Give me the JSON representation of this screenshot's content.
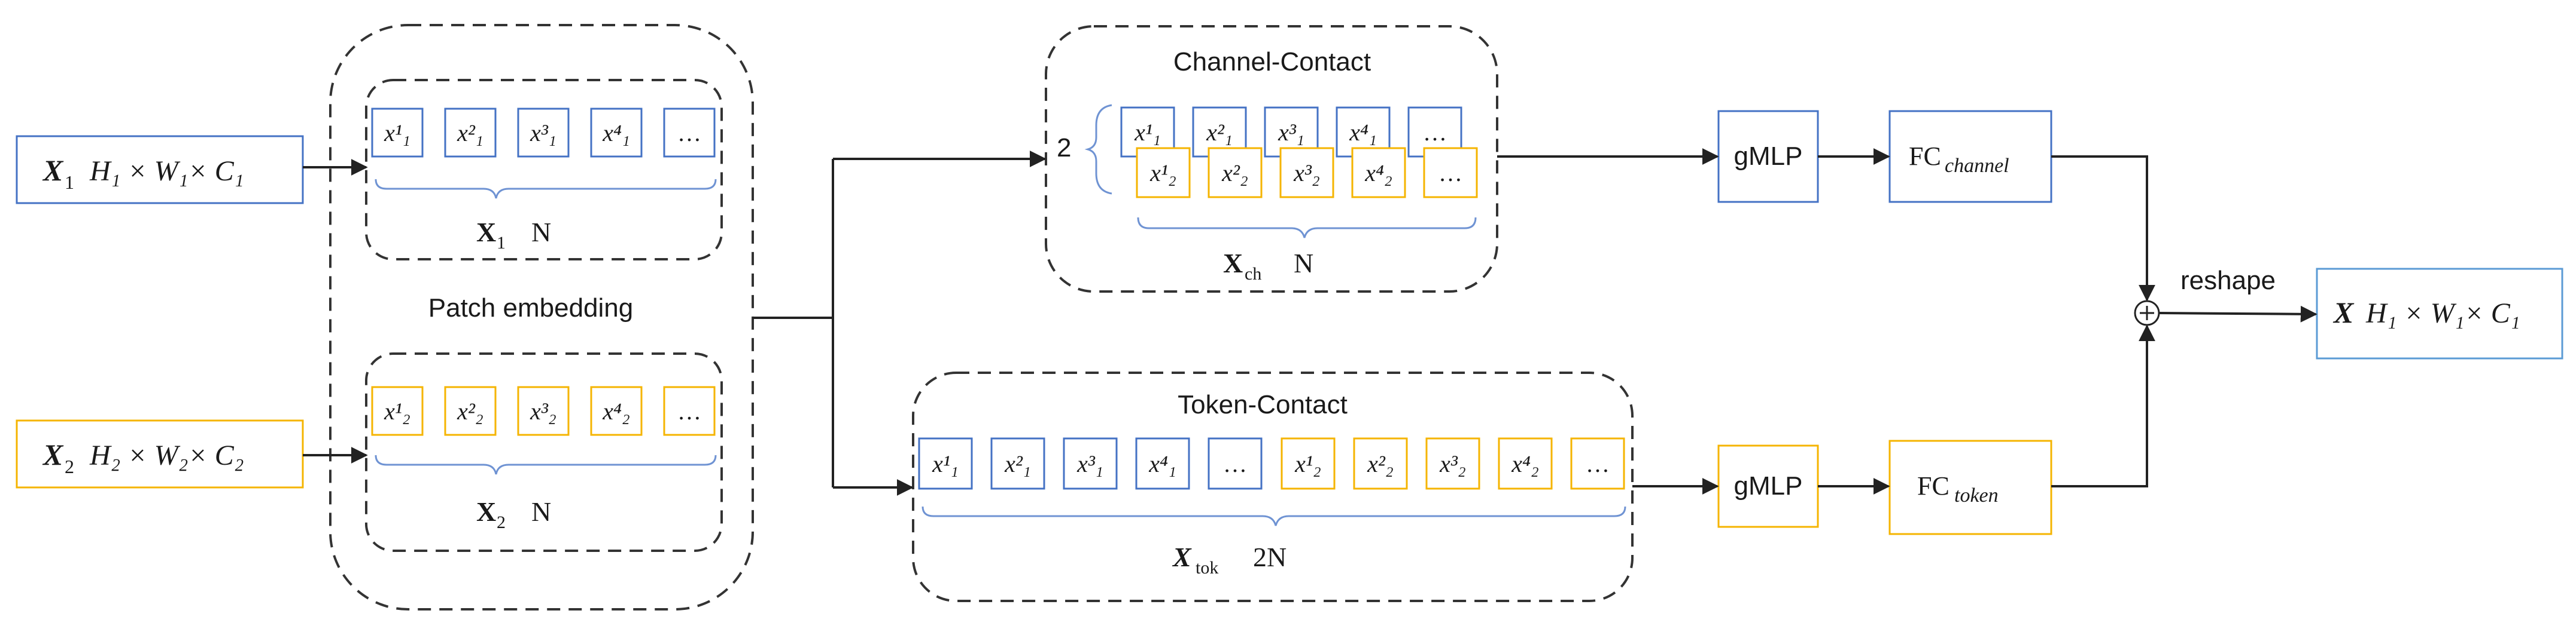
{
  "colors": {
    "blue": "#4472c4",
    "yellow": "#f5b400",
    "line": "#222222",
    "brace": "#6f93d3",
    "dash": "#333333"
  },
  "inputs": {
    "x1": {
      "sym": "X",
      "sub": "1",
      "dims": "H₁ × W₁× C₁"
    },
    "x2": {
      "sym": "X",
      "sub": "2",
      "dims": "H₂ × W₂× C₂"
    }
  },
  "patch_embedding": {
    "label": "Patch embedding",
    "x1_tokens": [
      "x¹₁",
      "x²₁",
      "x³₁",
      "x⁴₁",
      "…"
    ],
    "x2_tokens": [
      "x¹₂",
      "x²₂",
      "x³₂",
      "x⁴₂",
      "…"
    ],
    "x1_caption": {
      "sym": "X",
      "sub": "1",
      "n": "N"
    },
    "x2_caption": {
      "sym": "X",
      "sub": "2",
      "n": "N"
    }
  },
  "channel_contact": {
    "title": "Channel-Contact",
    "multiplier": "2",
    "back_tokens": [
      "x¹₁",
      "x²₁",
      "x³₁",
      "x⁴₁",
      "…"
    ],
    "front_tokens": [
      "x¹₂",
      "x²₂",
      "x³₂",
      "x⁴₂",
      "…"
    ],
    "caption": {
      "sym": "X",
      "sub": "ch",
      "n": "N"
    }
  },
  "token_contact": {
    "title": "Token-Contact",
    "tokens_a": [
      "x¹₁",
      "x²₁",
      "x³₁",
      "x⁴₁",
      "…"
    ],
    "tokens_b": [
      "x¹₂",
      "x²₂",
      "x³₂",
      "x⁴₂",
      "…"
    ],
    "caption": {
      "sym": "X",
      "sub": "tok",
      "n": "2N"
    }
  },
  "blocks": {
    "gmlp_top": "gMLP",
    "gmlp_bottom": "gMLP",
    "fc_channel": {
      "main": "FC",
      "sub": "channel"
    },
    "fc_token": {
      "main": "FC",
      "sub": "token"
    }
  },
  "merge": {
    "symbol": "+",
    "reshape_label": "reshape"
  },
  "output": {
    "sym": "X",
    "dims": "H₁ × W₁× C₁"
  }
}
